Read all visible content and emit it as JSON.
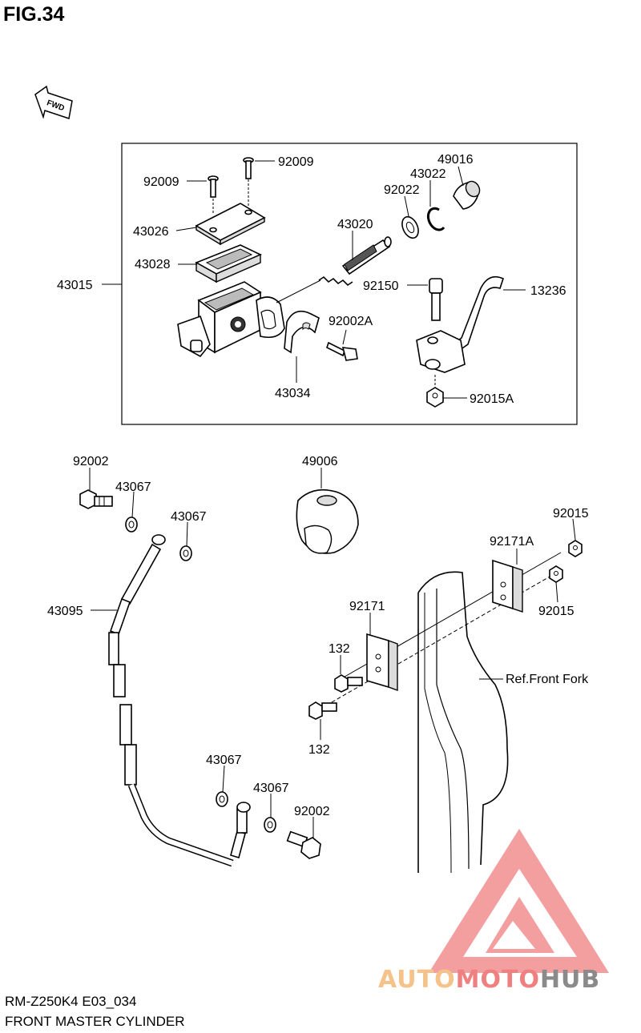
{
  "figure": {
    "title": "FIG.34",
    "fwd_label": "FWD",
    "model_code": "RM-Z250K4 E03_034",
    "caption": "FRONT MASTER CYLINDER"
  },
  "parts": {
    "p92009_a": "92009",
    "p92009_b": "92009",
    "p43026": "43026",
    "p43028": "43028",
    "p43015": "43015",
    "p43020": "43020",
    "p92022": "92022",
    "p43022": "43022",
    "p49016": "49016",
    "p92150": "92150",
    "p13236": "13236",
    "p92002A": "92002A",
    "p43034": "43034",
    "p92015A": "92015A",
    "p92002_top": "92002",
    "p43067_a": "43067",
    "p43067_b": "43067",
    "p49006": "49006",
    "p92015_a": "92015",
    "p92171A": "92171A",
    "p92015_b": "92015",
    "p43095": "43095",
    "p92171": "92171",
    "p132_a": "132",
    "p132_b": "132",
    "ref_front_fork": "Ref.Front Fork",
    "p43067_c": "43067",
    "p43067_d": "43067",
    "p92002_bottom": "92002"
  },
  "watermark": {
    "auto": "AUTO",
    "moto": "MOTO",
    "hub": "HUB",
    "color_triangle": "#f08080",
    "color_auto": "#f5c38a",
    "color_hub": "#8a8a8a"
  }
}
